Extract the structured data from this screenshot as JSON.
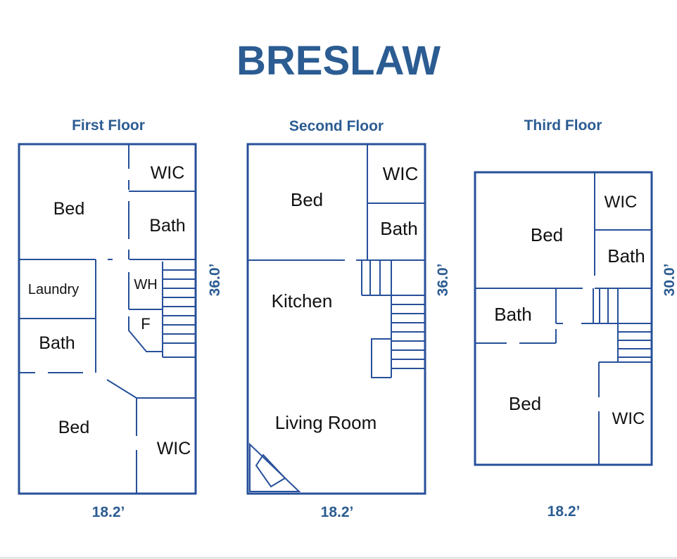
{
  "title": "BRESLAW",
  "floors": [
    {
      "name": "First Floor",
      "width_label": "18.2’",
      "depth_label": "36.0’",
      "rooms": [
        "Bed",
        "WIC",
        "Bath",
        "Laundry",
        "WH",
        "Bath",
        "F",
        "Bed",
        "WIC"
      ]
    },
    {
      "name": "Second Floor",
      "width_label": "18.2’",
      "depth_label": "36.0’",
      "rooms": [
        "Bed",
        "WIC",
        "Bath",
        "Kitchen",
        "Living Room"
      ]
    },
    {
      "name": "Third Floor",
      "width_label": "18.2’",
      "depth_label": "30.0’",
      "rooms": [
        "WIC",
        "Bed",
        "Bath",
        "Bath",
        "Bed",
        "WIC"
      ]
    }
  ]
}
